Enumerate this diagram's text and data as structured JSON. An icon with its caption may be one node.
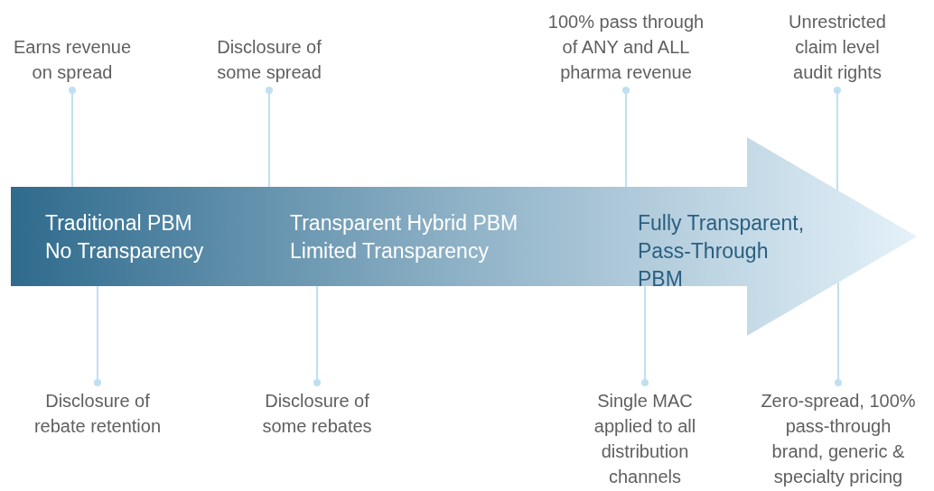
{
  "diagram": {
    "nodes": [
      {
        "text": [],
        "shape": "arrow"
      },
      {
        "text": [
          "Traditional PBM No Transparency"
        ],
        "in": 0
      },
      {
        "text": [
          "Transparent Hybrid PBM Limited Transparency"
        ],
        "in": 0
      },
      {
        "text": [
          "Fully Transparent, Pass-Through PBM"
        ],
        "in": 0
      },
      {
        "text": [
          "Earns revenue on spread"
        ]
      },
      {
        "text": [
          "Disclosure of some spread"
        ]
      },
      {
        "text": [
          "100% pass through of ANY and ALL pharma revenue"
        ]
      },
      {
        "text": [
          "Unrestricted claim level audit rights"
        ]
      },
      {
        "text": [
          "Disclosure of rebate retention"
        ]
      },
      {
        "text": [
          "Disclosure of some rebates"
        ]
      },
      {
        "text": [
          "Single MAC applied to all distribution channels"
        ]
      },
      {
        "text": [
          "Zero-spread, 100% pass-through brand, generic & specialty pricing"
        ]
      }
    ],
    "edges": [
      {
        "from": 4,
        "to": 0,
        "arrow": "other"
      },
      {
        "from": 5,
        "to": 0,
        "arrow": "other"
      },
      {
        "from": 6,
        "to": 0,
        "arrow": "other"
      },
      {
        "from": 7,
        "to": 0,
        "arrow": "other"
      },
      {
        "from": 8,
        "to": 0,
        "arrow": "other"
      },
      {
        "from": 9,
        "to": 0,
        "arrow": "other"
      },
      {
        "from": 10,
        "to": 0,
        "arrow": "other"
      },
      {
        "from": 11,
        "to": 0,
        "arrow": "other"
      }
    ]
  }
}
